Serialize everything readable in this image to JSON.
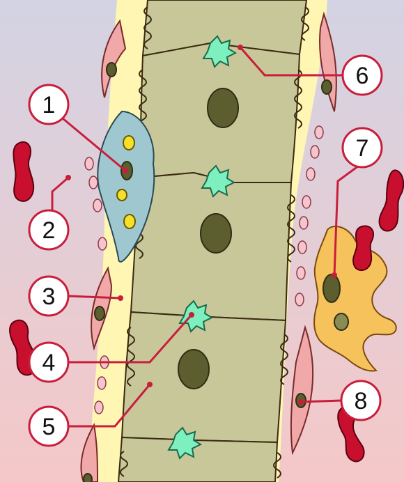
{
  "diagram": {
    "colors": {
      "background_top": "#d3d3e3",
      "background_bottom": "#f5c8c8",
      "basement_membrane": "#fff6b3",
      "cell": "#c8c79a",
      "nucleus": "#5c5e30",
      "junction": "#7ef0c0",
      "rbc": "#c8102e",
      "pericyte": "#f0a8a8",
      "mast_cell": "#9fc7cf",
      "granule": "#f5e12b",
      "macrophage": "#f6c25c",
      "fenestra": "#f6c4cc",
      "callout": "#c81e3c"
    },
    "callouts": [
      "1",
      "2",
      "3",
      "4",
      "5",
      "6",
      "7",
      "8"
    ]
  }
}
